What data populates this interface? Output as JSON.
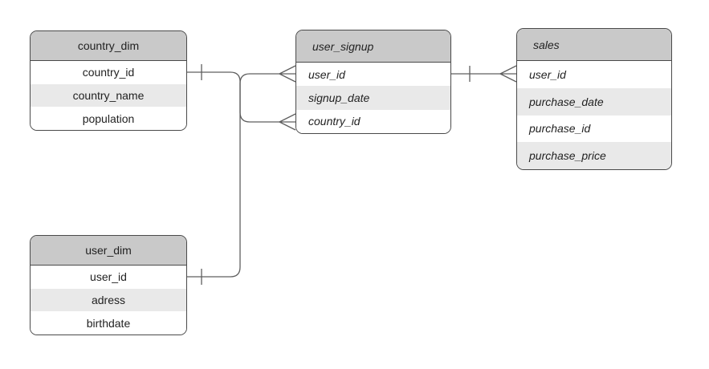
{
  "diagram": {
    "type": "entity-relationship-diagram",
    "background_color": "#ffffff",
    "colors": {
      "table_header_fill": "#c9c9c9",
      "table_row_fill": "#ffffff",
      "table_row_alt_fill": "#e9e9e9",
      "table_border": "#4a4a4a",
      "relationship_line": "#5f5f5f",
      "text": "#222222"
    },
    "tables": [
      {
        "id": "country_dim",
        "title": "country_dim",
        "text_style": "plain",
        "fields": [
          "country_id",
          "country_name",
          "population"
        ]
      },
      {
        "id": "user_dim",
        "title": "user_dim",
        "text_style": "plain",
        "fields": [
          "user_id",
          "adress",
          "birthdate"
        ]
      },
      {
        "id": "user_signup",
        "title": "user_signup",
        "text_style": "italic",
        "fields": [
          "user_id",
          "signup_date",
          "country_id"
        ]
      },
      {
        "id": "sales",
        "title": "sales",
        "text_style": "italic",
        "fields": [
          "user_id",
          "purchase_date",
          "purchase_id",
          "purchase_price"
        ]
      }
    ],
    "relationships": [
      {
        "from": "country_dim.country_id",
        "to": "user_signup.country_id",
        "from_cardinality": "one",
        "to_cardinality": "many"
      },
      {
        "from": "user_dim.user_id",
        "to": "user_signup.user_id",
        "from_cardinality": "one",
        "to_cardinality": "many"
      },
      {
        "from": "user_signup.user_id",
        "to": "sales.user_id",
        "from_cardinality": "one",
        "to_cardinality": "many"
      }
    ]
  }
}
